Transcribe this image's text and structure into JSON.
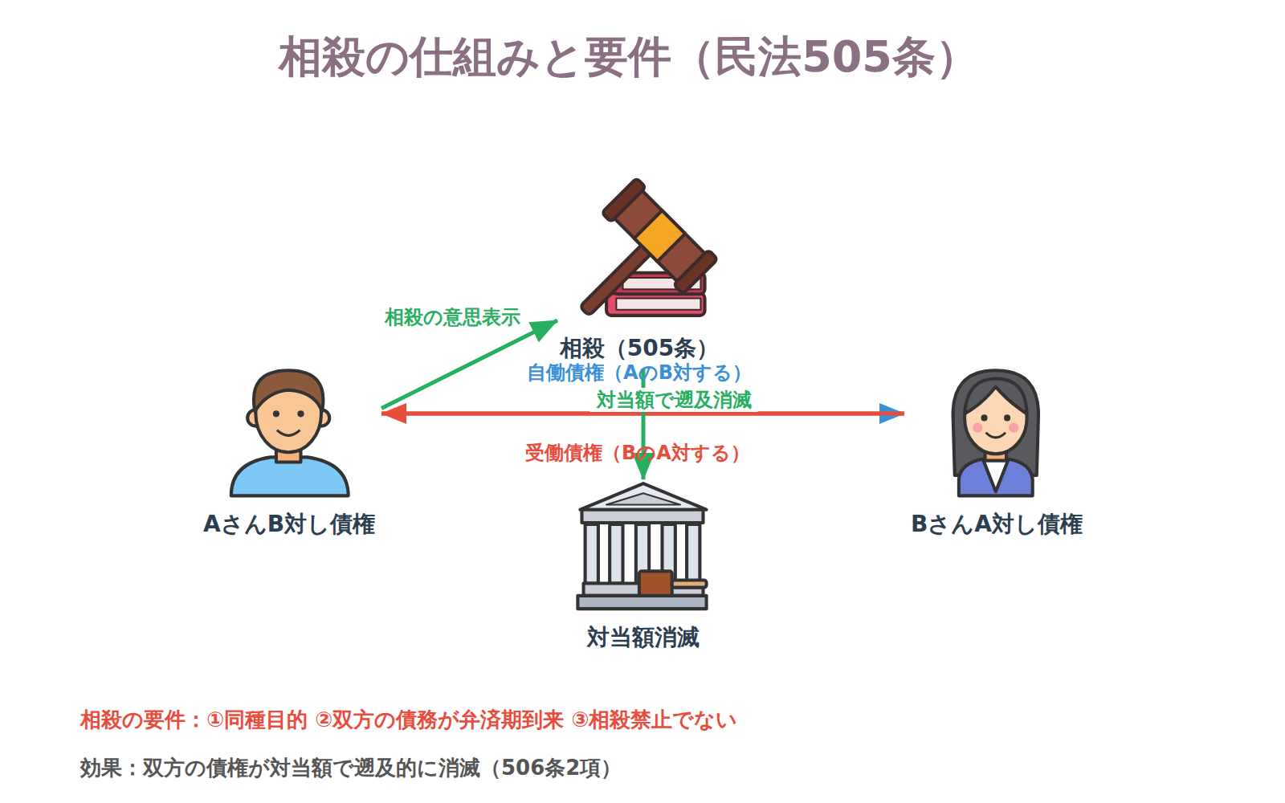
{
  "diagram": {
    "title": "相殺の仕組みと要件（民法505条）",
    "nodes": [
      {
        "text": [
          "相殺（505条）"
        ]
      },
      {
        "text": [
          "AさんB対し債権"
        ]
      },
      {
        "text": [
          "BさんA対し債権"
        ]
      },
      {
        "text": [
          "対当額消滅"
        ]
      }
    ],
    "edges": [
      {
        "from": 1,
        "to": 0,
        "arrow": "to",
        "label": "相殺の意思表示"
      },
      {
        "from": 1,
        "to": 2,
        "arrow": "to",
        "label": "自働債権（AのB対する）"
      },
      {
        "from": 2,
        "to": 1,
        "arrow": "to",
        "label": "受働債権（BのA対する）"
      },
      {
        "from": 0,
        "to": 3,
        "arrow": "to",
        "label": "対当額で遡及消滅"
      }
    ],
    "labels": [
      "相殺の要件：①同種目的 ②双方の債務が弁済期到来 ③相殺禁止でない",
      "効果：双方の債権が対当額で遡及的に消滅（506条2項）"
    ]
  }
}
